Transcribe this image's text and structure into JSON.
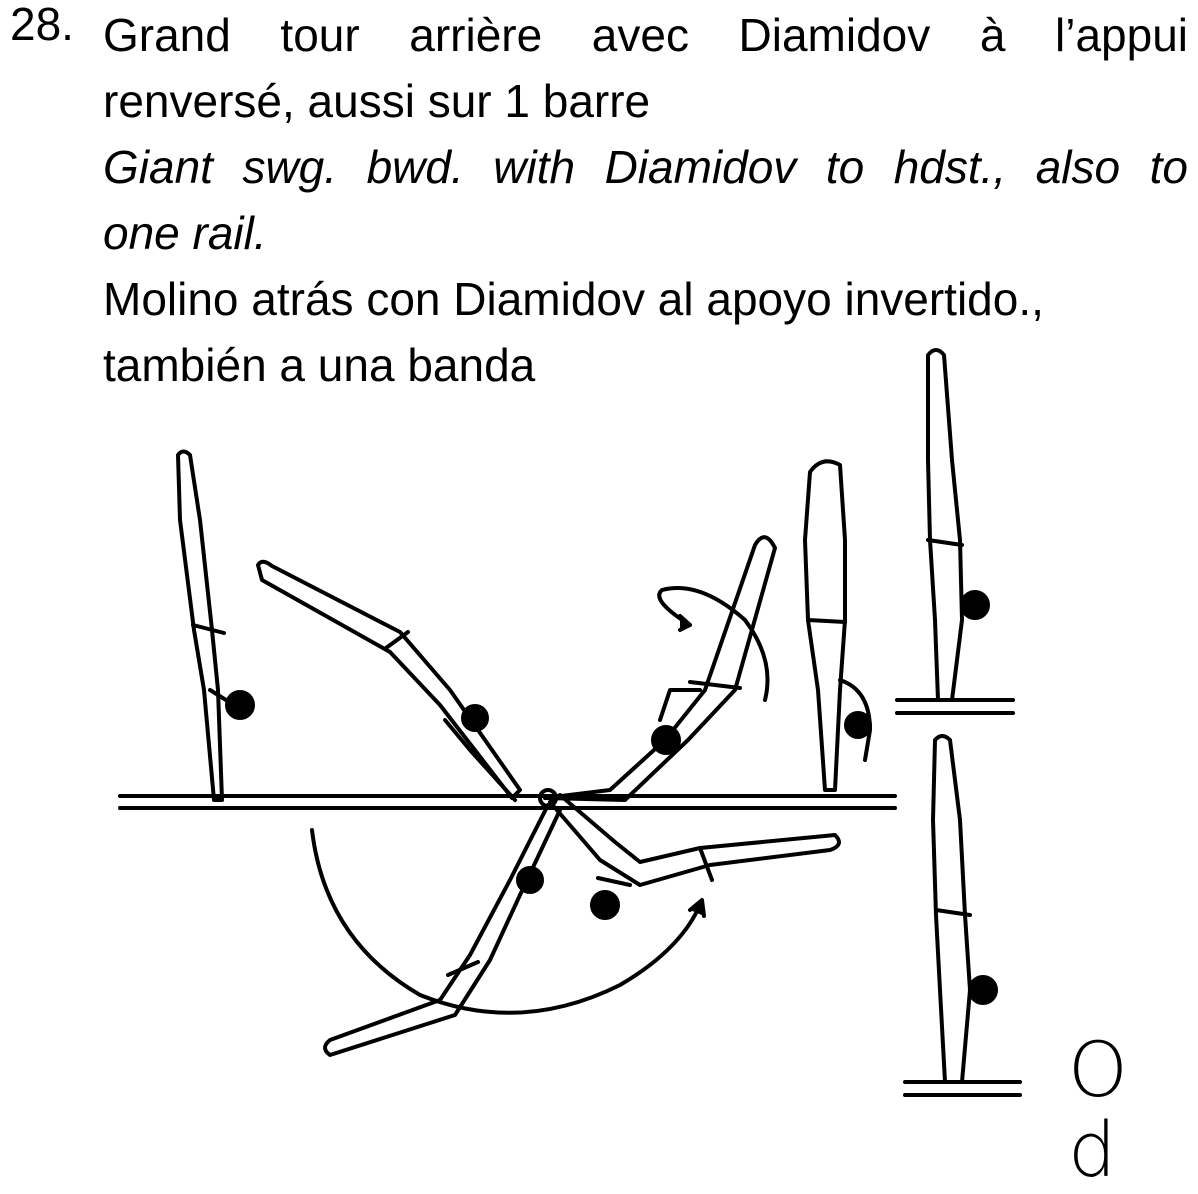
{
  "element": {
    "number": "28.",
    "fr_line1": "Grand tour arrière avec Diamidov à l’appui",
    "fr_line2": "renversé, aussi sur 1 barre",
    "en_line1": "Giant swg. bwd. with Diamidov to hdst., also to",
    "en_line2": "one rail.",
    "es_line1": "Molino atrás con Diamidov al apoyo invertido.,",
    "es_line2": "también a una banda"
  },
  "figure": {
    "code": "O d",
    "icons": [
      "gymnast-handstand-icon",
      "parallel-bars-icon",
      "rotation-arrow-icon"
    ]
  }
}
